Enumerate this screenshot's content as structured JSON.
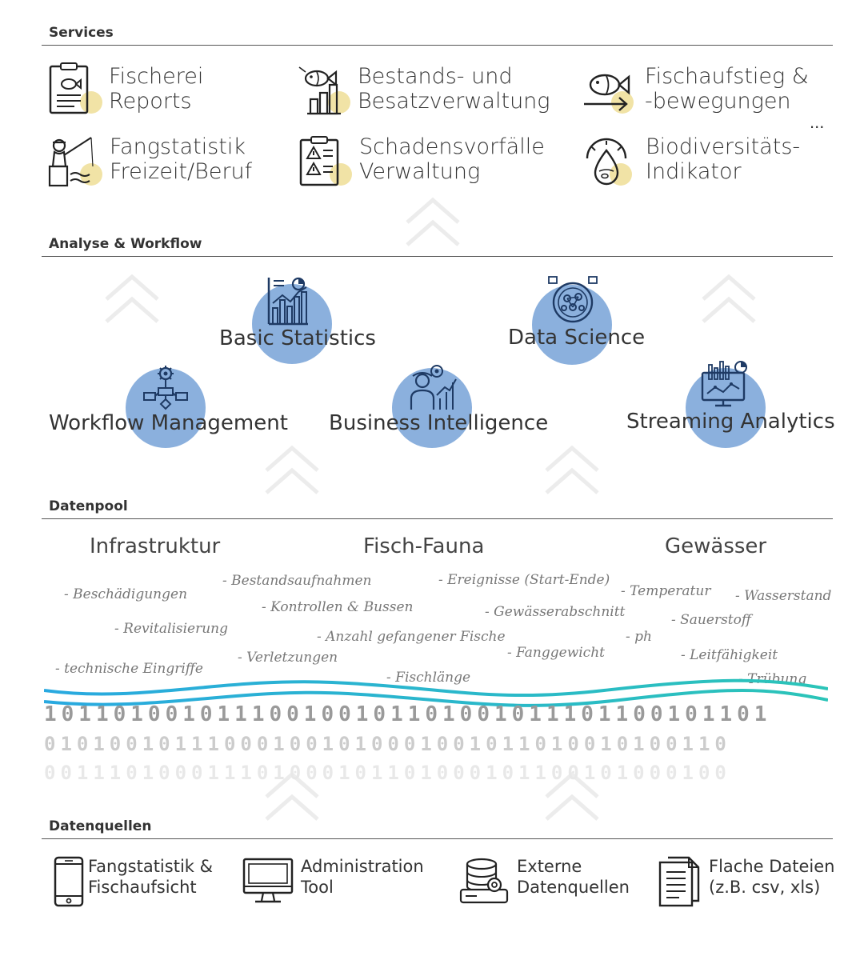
{
  "sections": {
    "services": "Services",
    "analyse": "Analyse & Workflow",
    "datenpool": "Datenpool",
    "datenquellen": "Datenquellen"
  },
  "services": [
    {
      "label": "Fischerei\nReports",
      "icon": "fish-report-clipboard-icon"
    },
    {
      "label": "Bestands- und\nBesatzverwaltung",
      "icon": "fish-bar-chart-icon"
    },
    {
      "label": "Fischaufstieg &\n-bewegungen",
      "icon": "fish-arrow-icon"
    },
    {
      "label": "Fangstatistik\nFreizeit/Beruf",
      "icon": "angler-icon"
    },
    {
      "label": "Schadensvorfälle\nVerwaltung",
      "icon": "warning-clipboard-icon"
    },
    {
      "label": "Biodiversitäts-\nIndikator",
      "icon": "water-drop-gauge-icon"
    }
  ],
  "services_more": "...",
  "analyse": [
    {
      "label": "Basic Statistics",
      "icon": "statistics-chart-icon"
    },
    {
      "label": "Data Science",
      "icon": "data-science-network-icon"
    },
    {
      "label": "Workflow Management",
      "icon": "workflow-gear-icon"
    },
    {
      "label": "Business Intelligence",
      "icon": "business-person-chart-icon"
    },
    {
      "label": "Streaming Analytics",
      "icon": "monitor-analytics-icon"
    }
  ],
  "datenpool": {
    "categories": [
      "Infrastruktur",
      "Fisch-Fauna",
      "Gewässer"
    ],
    "tags": [
      "- Beschädigungen",
      "- Revitalisierung",
      "- technische Eingriffe",
      "- Bestandsaufnahmen",
      "- Kontrollen & Bussen",
      "- Anzahl gefangener Fische",
      "- Verletzungen",
      "- Fischlänge",
      "- Ereignisse (Start-Ende)",
      "- Gewässerabschnitt",
      "- Fanggewicht",
      "- Temperatur",
      "- Wasserstand",
      "- Sauerstoff",
      "- ph",
      "- Leitfähigkeit",
      "- Trübung"
    ],
    "binary_rows": [
      "101101001011100100101101001011101100101101",
      "010100101110001001010001001011010010100110",
      "001110100011101000101101000101100101000100"
    ]
  },
  "sources": [
    {
      "label": "Fangstatistik &\nFischaufsicht",
      "icon": "smartphone-icon"
    },
    {
      "label": "Administration\nTool",
      "icon": "desktop-monitor-icon"
    },
    {
      "label": "Externe\nDatenquellen",
      "icon": "database-gear-icon"
    },
    {
      "label": "Flache Dateien\n(z.B. csv, xls)",
      "icon": "flat-files-icon"
    }
  ],
  "colors": {
    "accent_yellow": "#f1e3a6",
    "circle_blue": "#6496d2",
    "wave_blue": "#29a9e0",
    "wave_teal": "#2bc4b8"
  }
}
